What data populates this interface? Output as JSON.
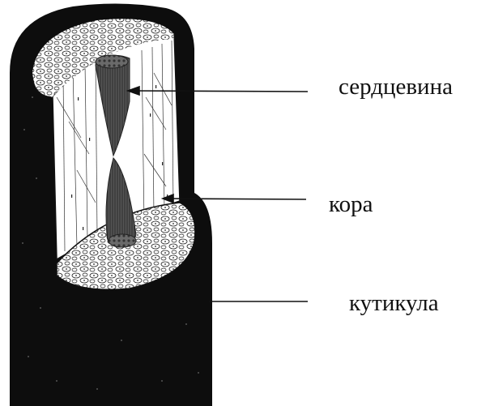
{
  "labels": {
    "medulla": "сердцевина",
    "cortex": "кора",
    "cuticle": "кутикула"
  },
  "colors": {
    "cuticle_fill": "#0d0d0d",
    "medulla_fill": "#4a4a4a",
    "cortex_fill": "#ffffff",
    "line": "#111111"
  }
}
